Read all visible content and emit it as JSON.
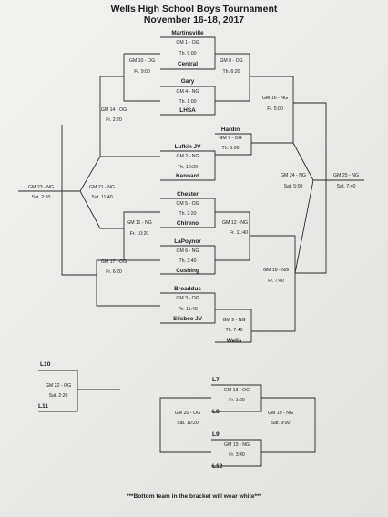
{
  "title": "Wells High School Boys Tournament",
  "subtitle": "November 16-18, 2017",
  "footer_note": "***Bottom team in the bracket will wear white***",
  "teams": {
    "martinsville": "Martinsville",
    "central": "Central",
    "gary": "Gary",
    "lhsa": "LHSA",
    "hardin": "Hardin",
    "lufkin_jv": "Lufkin JV",
    "kennard": "Kennard",
    "chester": "Chester",
    "chireno": "Chireno",
    "lapoynor": "LaPoynor",
    "cushing": "Cushing",
    "broaddus": "Broaddus",
    "silsbee_jv": "Silsbee JV",
    "wells": "Wells"
  },
  "games": {
    "gm1": {
      "label": "GM 1 - OG",
      "time": "Th. 9:00"
    },
    "gm2": {
      "label": "GM 2 - NG",
      "time": "Th. 10:20"
    },
    "gm3": {
      "label": "GM 3 - OG",
      "time": "Th. 11:40"
    },
    "gm4": {
      "label": "GM 4 - NG",
      "time": "Th. 1:00"
    },
    "gm5": {
      "label": "GM 5 - OG",
      "time": "Th. 2:20"
    },
    "gm6": {
      "label": "GM 6 - NG",
      "time": "Th. 3:40"
    },
    "gm7": {
      "label": "GM 7 - OG",
      "time": "Th. 5:00"
    },
    "gm8": {
      "label": "GM 8 - OG",
      "time": "Th. 6:20"
    },
    "gm9": {
      "label": "GM 9 - NG",
      "time": "Th. 7:40"
    },
    "gm10": {
      "label": "GM 10 - OG",
      "time": "Fr. 9:00"
    },
    "gm11": {
      "label": "GM 11 - NG",
      "time": "Fr. 10:20"
    },
    "gm12": {
      "label": "GM 12 - NG",
      "time": "Fr. 11:40"
    },
    "gm13": {
      "label": "GM 13 - OG",
      "time": "Fr. 1:00"
    },
    "gm14": {
      "label": "GM 14 - OG",
      "time": "Fr. 2:20"
    },
    "gm15": {
      "label": "GM 15 - NG",
      "time": "Fr. 3:40"
    },
    "gm16": {
      "label": "GM 16 - NG",
      "time": "Fr. 5:00"
    },
    "gm17": {
      "label": "GM 17 - OG",
      "time": "Fr. 6:20"
    },
    "gm18": {
      "label": "GM 18 - NG",
      "time": "Fr. 7:40"
    },
    "gm19": {
      "label": "GM 19 - NG",
      "time": "Sat. 9:00"
    },
    "gm20": {
      "label": "GM 20 - OG",
      "time": "Sat. 10:20"
    },
    "gm21": {
      "label": "GM 21 - NG",
      "time": "Sat. 11:40"
    },
    "gm22": {
      "label": "GM 22 - OG",
      "time": "Sat. 2:20"
    },
    "gm23": {
      "label": "GM 23 - NG",
      "time": "Sat. 2:20"
    },
    "gm24": {
      "label": "GM 24 - NG",
      "time": "Sat. 5:00"
    },
    "gm25": {
      "label": "GM 25 - NG",
      "time": "Sat. 7:40"
    }
  },
  "loser_slots": {
    "l7": "L7",
    "l8": "L8",
    "l9": "L9",
    "l10": "L10",
    "l11": "L11",
    "l12": "L12"
  }
}
